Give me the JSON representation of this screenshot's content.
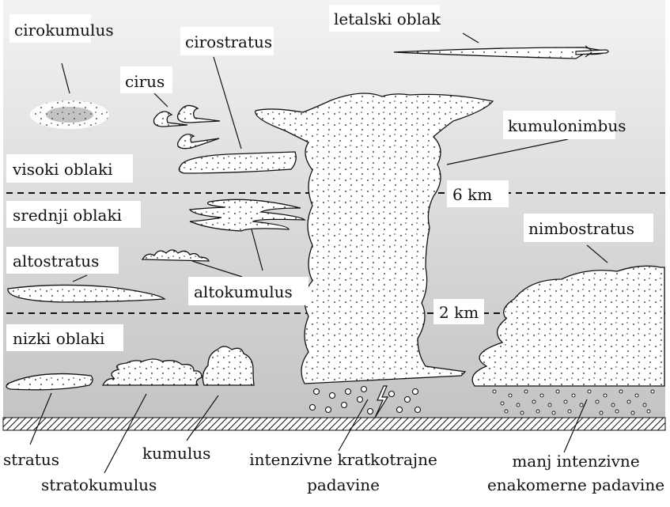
{
  "title": "Vrste oblakov",
  "levels": {
    "high": "visoki oblaki",
    "middle": "srednji oblaki",
    "low": "nizki oblaki",
    "alt_6": "6 km",
    "alt_2": "2 km"
  },
  "clouds": {
    "cirrocumulus": "cirokumulus",
    "cirrus": "cirus",
    "cirrostratus": "cirostratus",
    "contrail": "letalski oblak",
    "cumulonimbus": "kumulonimbus",
    "altostratus": "altostratus",
    "altocumulus": "altokumulus",
    "nimbostratus": "nimbostratus",
    "stratus": "stratus",
    "stratocumulus": "stratokumulus",
    "cumulus": "kumulus"
  },
  "precipitation": {
    "intense_line1": "intenzivne kratkotrajne",
    "intense_line2": "padavine",
    "steady_line1": "manj intenzivne",
    "steady_line2": "enakomerne padavine"
  },
  "colors": {
    "sky_top": "#f2f2f2",
    "sky_bottom": "#c6c6c6",
    "ink": "#111111"
  }
}
